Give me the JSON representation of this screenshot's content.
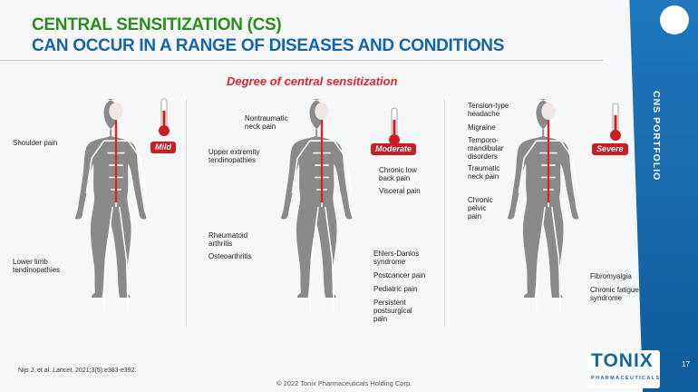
{
  "title": {
    "line1": "CENTRAL SENSITIZATION (CS)",
    "line2": "CAN OCCUR IN A RANGE OF DISEASES AND CONDITIONS"
  },
  "subtitle": "Degree of central sensitization",
  "sidebar": {
    "label": "CNS PORTFOLIO"
  },
  "panels": [
    {
      "degree": "Mild",
      "labels": [
        "Shoulder pain",
        "Lower limb\ntendinopathies"
      ]
    },
    {
      "degree": "Moderate",
      "labels": [
        "Nontraumatic\nneck pain",
        "Upper extremity\ntendinopathies",
        "Rheumatoid\narthritis",
        "Osteoarthritis",
        "Chronic low\nback pain",
        "Visceral pain",
        "Ehlers-Danlos\nsyndrome",
        "Postcancer pain",
        "Pediatric pain",
        "Persistent\npostsurgical\npain"
      ]
    },
    {
      "degree": "Severe",
      "labels": [
        "Tension-type\nheadache",
        "Migraine",
        "Temporo-\nmandibular\ndisorders",
        "Traumatic\nneck pain",
        "Chronic\npelvic\npain",
        "Fibromyalgia",
        "Chronic fatigue\nsyndrome"
      ]
    }
  ],
  "footer": {
    "reference_authors": "Nijs J, et al. ",
    "reference_journal": "Lancet.",
    "reference_rest": " 2021;3(5):e383-e392.",
    "copyright": "© 2022 Tonix Pharmaceuticals Holding Corp.",
    "page": "17"
  },
  "logo": {
    "name": "TONIX",
    "sub": "PHARMACEUTICALS"
  },
  "colors": {
    "green": "#2e8b1e",
    "blue": "#1565a9",
    "red": "#c81e24"
  }
}
